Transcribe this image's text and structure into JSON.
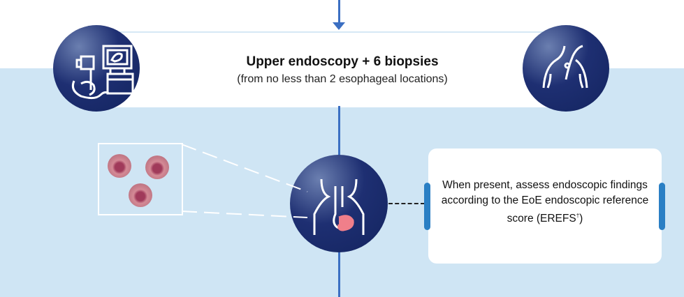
{
  "step": {
    "title": "Upper endoscopy + 6 biopsies",
    "subtitle": "(from no less than 2 esophageal locations)"
  },
  "finding": {
    "text": "When present, assess endoscopic findings according to the EoE endoscopic reference score (EREFS",
    "superscript": "†",
    "close": ")"
  },
  "colors": {
    "navy": "#13245f",
    "line_blue": "#3b6fc2",
    "light_bg": "#cfe5f4",
    "accent_bar": "#2a7fc4"
  }
}
